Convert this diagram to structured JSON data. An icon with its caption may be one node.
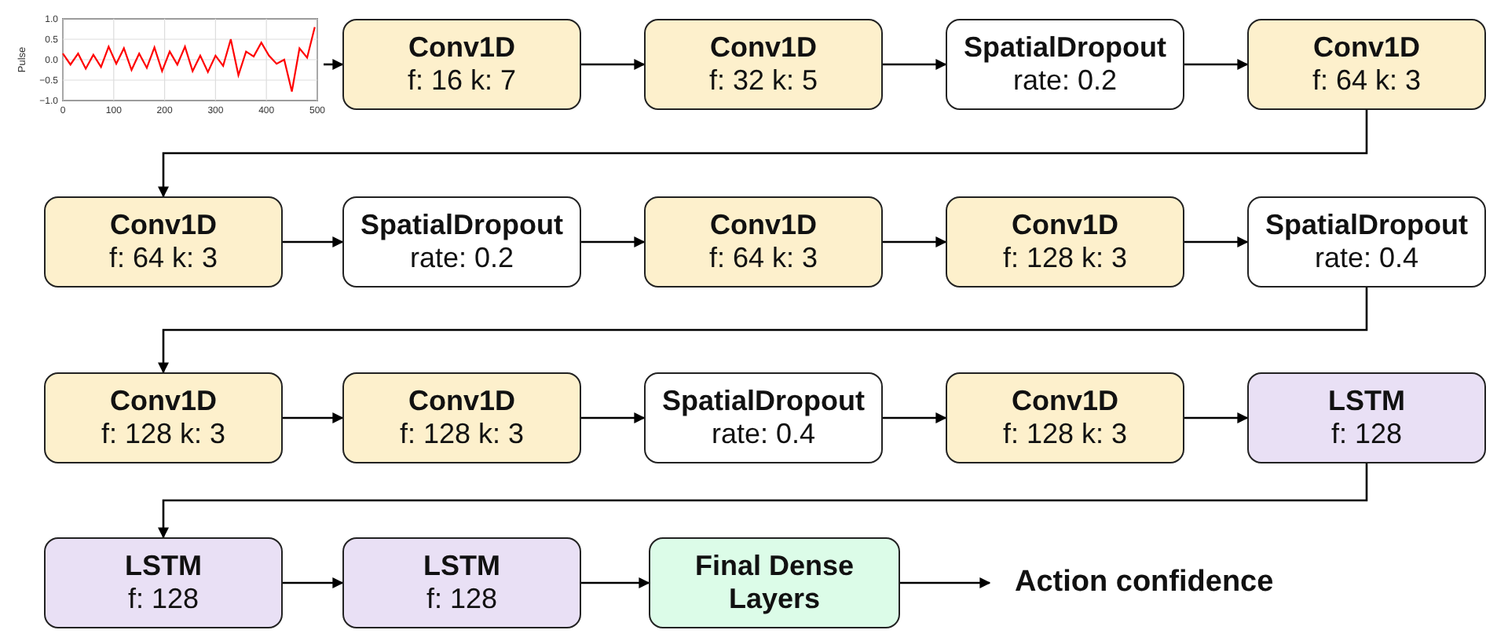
{
  "diagram": {
    "nodes": [
      {
        "text": [],
        "shape": "chart"
      },
      {
        "text": [
          "Conv1D",
          "f: 16 k: 7"
        ]
      },
      {
        "text": [
          "Conv1D",
          "f: 32 k: 5"
        ]
      },
      {
        "text": [
          "SpatialDropout",
          "rate: 0.2"
        ]
      },
      {
        "text": [
          "Conv1D",
          "f: 64 k: 3"
        ]
      },
      {
        "text": [
          "Conv1D",
          "f: 64 k: 3"
        ]
      },
      {
        "text": [
          "SpatialDropout",
          "rate: 0.2"
        ]
      },
      {
        "text": [
          "Conv1D",
          "f: 64 k: 3"
        ]
      },
      {
        "text": [
          "Conv1D",
          "f: 128 k: 3"
        ]
      },
      {
        "text": [
          "SpatialDropout",
          "rate: 0.4"
        ]
      },
      {
        "text": [
          "Conv1D",
          "f: 128 k: 3"
        ]
      },
      {
        "text": [
          "Conv1D",
          "f: 128 k: 3"
        ]
      },
      {
        "text": [
          "SpatialDropout",
          "rate: 0.4"
        ]
      },
      {
        "text": [
          "Conv1D",
          "f: 128 k: 3"
        ]
      },
      {
        "text": [
          "LSTM",
          "f: 128"
        ]
      },
      {
        "text": [
          "LSTM",
          "f: 128"
        ]
      },
      {
        "text": [
          "LSTM",
          "f: 128"
        ]
      },
      {
        "text": [
          "Final Dense Layers"
        ]
      },
      {
        "text": [
          "Action confidence"
        ]
      }
    ],
    "edges": [
      {
        "from": 0,
        "to": 1,
        "arrow": "to"
      },
      {
        "from": 1,
        "to": 2,
        "arrow": "to"
      },
      {
        "from": 2,
        "to": 3,
        "arrow": "to"
      },
      {
        "from": 3,
        "to": 4,
        "arrow": "to"
      },
      {
        "from": 4,
        "to": 5,
        "arrow": "to"
      },
      {
        "from": 5,
        "to": 6,
        "arrow": "to"
      },
      {
        "from": 6,
        "to": 7,
        "arrow": "to"
      },
      {
        "from": 7,
        "to": 8,
        "arrow": "to"
      },
      {
        "from": 8,
        "to": 9,
        "arrow": "to"
      },
      {
        "from": 9,
        "to": 10,
        "arrow": "to"
      },
      {
        "from": 10,
        "to": 11,
        "arrow": "to"
      },
      {
        "from": 11,
        "to": 12,
        "arrow": "to"
      },
      {
        "from": 12,
        "to": 13,
        "arrow": "to"
      },
      {
        "from": 13,
        "to": 14,
        "arrow": "to"
      },
      {
        "from": 14,
        "to": 15,
        "arrow": "to"
      },
      {
        "from": 15,
        "to": 16,
        "arrow": "to"
      },
      {
        "from": 16,
        "to": 17,
        "arrow": "to"
      },
      {
        "from": 17,
        "to": 18,
        "arrow": "to"
      }
    ],
    "chart_data": {
      "type": "line",
      "ylabel": "Pulse",
      "x": [
        0,
        15,
        30,
        45,
        60,
        75,
        90,
        105,
        120,
        135,
        150,
        165,
        180,
        195,
        210,
        225,
        240,
        255,
        270,
        285,
        300,
        315,
        330,
        345,
        360,
        375,
        390,
        405,
        420,
        435,
        450,
        465,
        480,
        495
      ],
      "series": [
        {
          "color": "#ff0000",
          "values": [
            0.15,
            -0.12,
            0.15,
            -0.22,
            0.12,
            -0.18,
            0.32,
            -0.1,
            0.28,
            -0.25,
            0.15,
            -0.2,
            0.3,
            -0.28,
            0.2,
            -0.12,
            0.32,
            -0.28,
            0.1,
            -0.3,
            0.1,
            -0.15,
            0.5,
            -0.38,
            0.2,
            0.08,
            0.42,
            0.1,
            -0.1,
            0.0,
            -0.78,
            0.28,
            0.05,
            0.8
          ]
        }
      ],
      "xlim": [
        0,
        500
      ],
      "ylim": [
        -1,
        1
      ],
      "grid": true,
      "xticks": [
        0,
        100,
        200,
        300,
        400,
        500
      ],
      "yticks": [
        {
          "value": 1,
          "label": "1.0"
        },
        {
          "value": 0.5,
          "label": "0.5"
        },
        {
          "value": 0,
          "label": "0.0"
        },
        {
          "value": -0.5,
          "label": "−0.5"
        },
        {
          "value": -1,
          "label": "−1.0"
        }
      ]
    }
  }
}
